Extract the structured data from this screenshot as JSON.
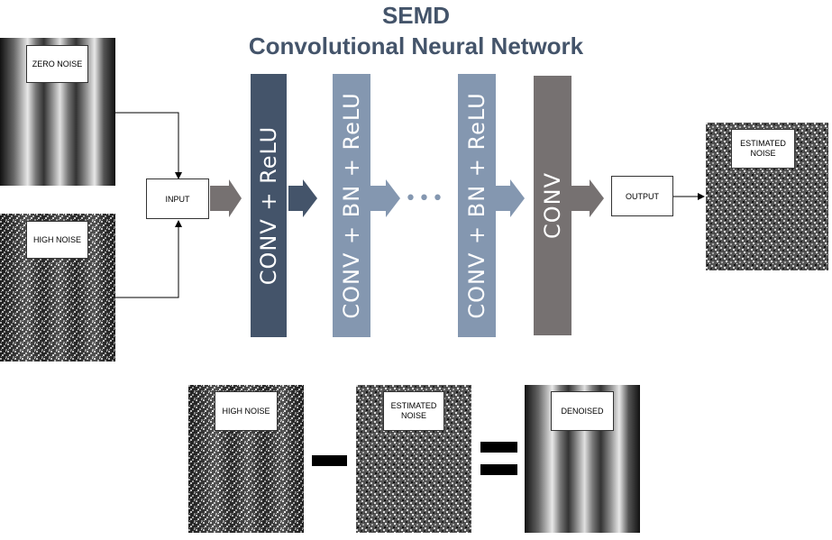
{
  "title": {
    "line1": "SEMD",
    "line2": "Convolutional Neural Network"
  },
  "inputs": {
    "zero_noise": "ZERO NOISE",
    "high_noise": "HIGH NOISE"
  },
  "nodes": {
    "input": "INPUT",
    "output": "OUTPUT",
    "ellipsis": "•••"
  },
  "layers": [
    {
      "label": "CONV + ReLU",
      "color": "#44546a"
    },
    {
      "label": "CONV + BN + ReLU",
      "color": "#8497b0"
    },
    {
      "label": "CONV + BN + ReLU",
      "color": "#8497b0"
    },
    {
      "label": "CONV",
      "color": "#767171"
    }
  ],
  "estimated_noise": "ESTIMATED\nNOISE",
  "equation": {
    "high_noise": "HIGH NOISE",
    "estimated_noise": "ESTIMATED\nNOISE",
    "denoised": "DENOISED"
  }
}
